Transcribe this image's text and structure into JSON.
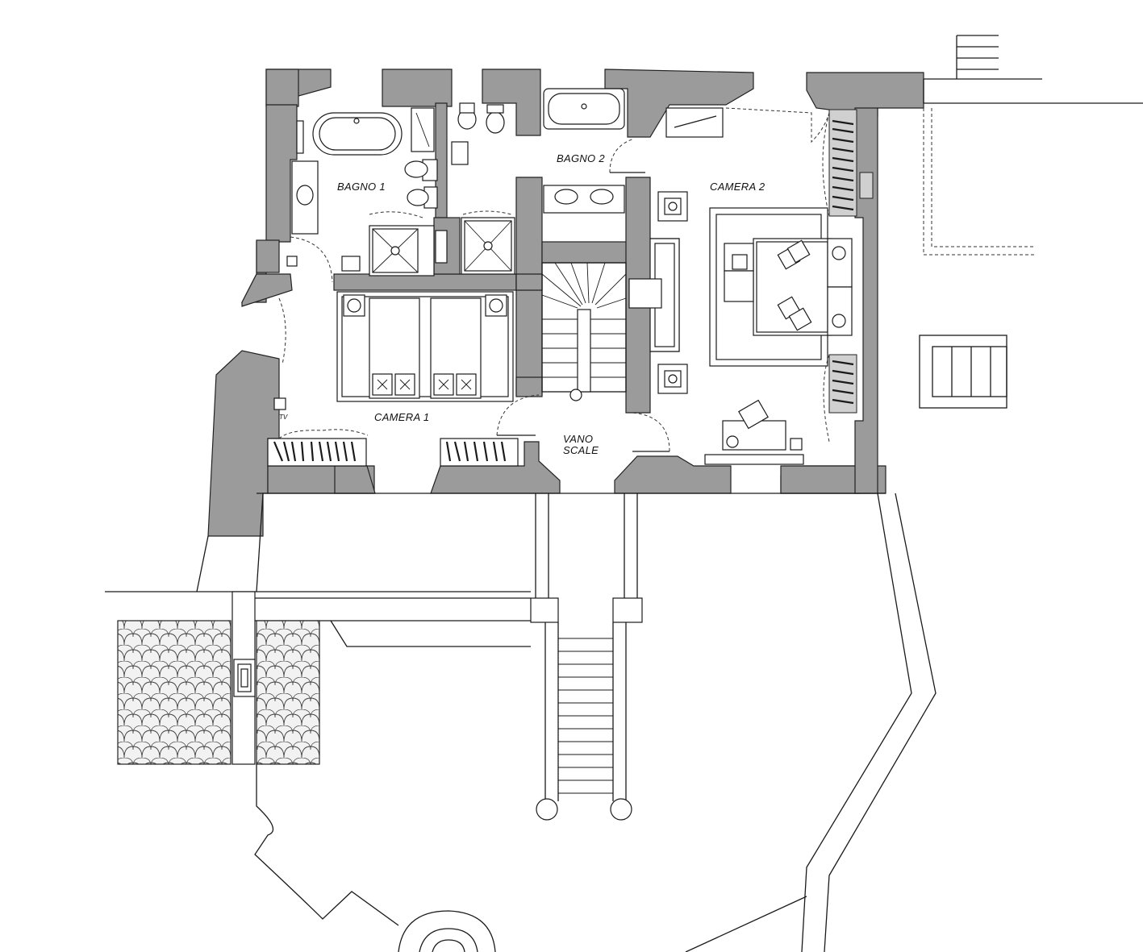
{
  "labels": {
    "bagno1": "BAGNO 1",
    "bagno2": "BAGNO 2",
    "camera1": "CAMERA 1",
    "camera2": "CAMERA 2",
    "vano": "VANO",
    "scale": "SCALE",
    "tv": "TV"
  },
  "colors": {
    "wall": "#9b9b9b",
    "line": "#1a1a1a",
    "background": "#ffffff"
  }
}
